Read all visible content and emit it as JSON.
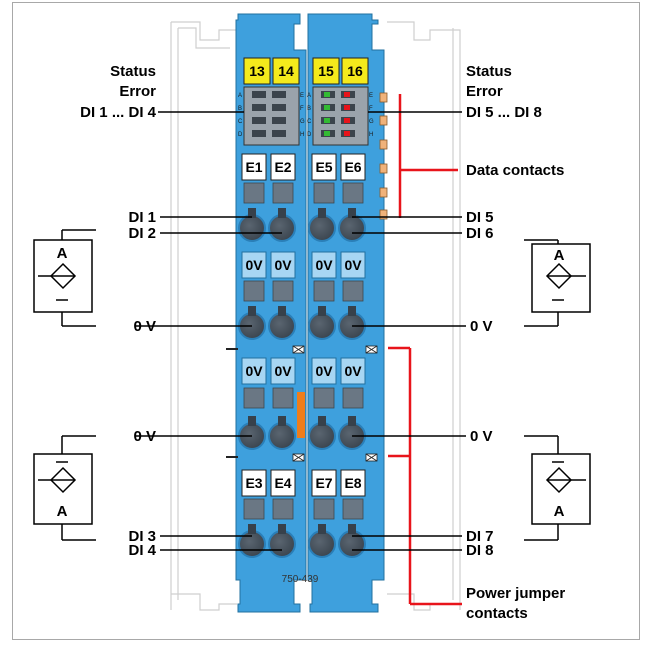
{
  "labels": {
    "status_left": "Status",
    "error_left": "Error",
    "di_range_left": "DI 1 ... DI 4",
    "status_right": "Status",
    "error_right": "Error",
    "di_range_right": "DI 5 ... DI 8",
    "data_contacts": "Data contacts",
    "di1": "DI 1",
    "di2": "DI 2",
    "di3": "DI 3",
    "di4": "DI 4",
    "di5": "DI 5",
    "di6": "DI 6",
    "di7": "DI 7",
    "di8": "DI 8",
    "zero_v_left_1": "0 V",
    "zero_v_left_2": "0 V",
    "zero_v_right_1": "0 V",
    "zero_v_right_2": "0 V",
    "power_jumper_line1": "Power jumper",
    "power_jumper_line2": "contacts"
  },
  "module": {
    "led_numbers": [
      "13",
      "14",
      "15",
      "16"
    ],
    "led_letters": [
      "A",
      "B",
      "C",
      "D"
    ],
    "led_letters_right": [
      "E",
      "F",
      "G",
      "H"
    ],
    "terminal_labels_top": [
      "E1",
      "E2",
      "E5",
      "E6"
    ],
    "terminal_labels_0v_a": [
      "0V",
      "0V",
      "0V",
      "0V"
    ],
    "terminal_labels_0v_b": [
      "0V",
      "0V",
      "0V",
      "0V"
    ],
    "terminal_labels_bottom": [
      "E3",
      "E4",
      "E7",
      "E8"
    ],
    "part_number": "750-439"
  },
  "sensor_letters": [
    "A",
    "A",
    "A",
    "A"
  ],
  "colors": {
    "module_blue": "#3ea0dd",
    "module_dark": "#2a7fb8",
    "slot_gray": "#6a7784",
    "label_yellow": "#f4ea1c",
    "accent_red": "#e8141b",
    "jumper_orange": "#ef7d1a",
    "led_green": "#33bb33"
  }
}
